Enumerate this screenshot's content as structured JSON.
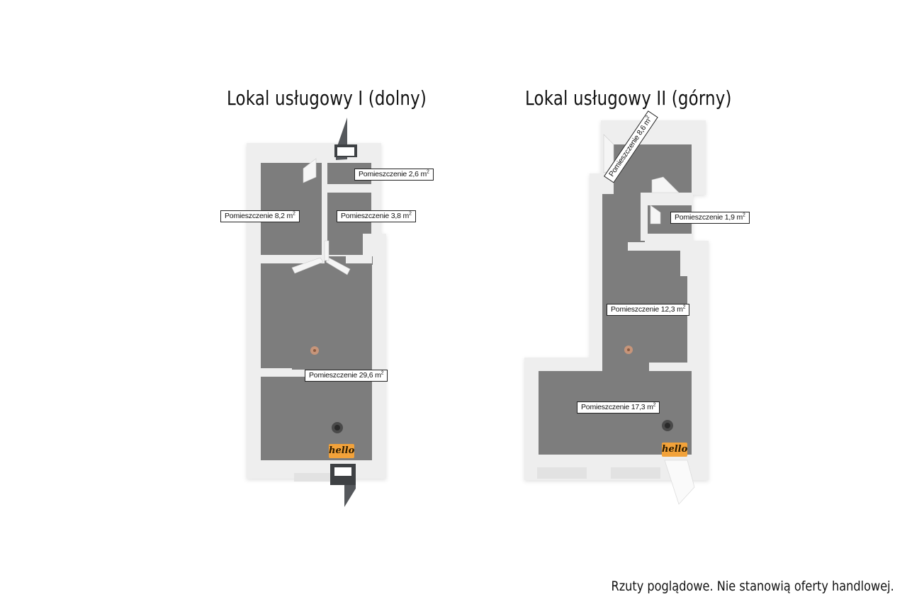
{
  "plans": [
    {
      "title": "Lokal usługowy I (dolny)",
      "rooms": [
        {
          "name": "Pomieszczenie 2,6",
          "unit": "m",
          "exp": "2"
        },
        {
          "name": "Pomieszczenie 8,2",
          "unit": "m",
          "exp": "2"
        },
        {
          "name": "Pomieszczenie 3,8",
          "unit": "m",
          "exp": "2"
        },
        {
          "name": "Pomieszczenie 29,6",
          "unit": "m",
          "exp": "2"
        }
      ],
      "mat": "hello"
    },
    {
      "title": "Lokal usługowy II (górny)",
      "rooms": [
        {
          "name": "Pomieszczenie 8,6",
          "unit": "m",
          "exp": "2"
        },
        {
          "name": "Pomieszczenie 1,9",
          "unit": "m",
          "exp": "2"
        },
        {
          "name": "Pomieszczenie 12,3",
          "unit": "m",
          "exp": "2"
        },
        {
          "name": "Pomieszczenie 17,3",
          "unit": "m",
          "exp": "2"
        }
      ],
      "mat": "hello"
    }
  ],
  "disclaimer": "Rzuty poglądowe. Nie stanowią oferty handlowej.",
  "colors": {
    "floor": "#7d7d7d",
    "wall": "#eeeeee",
    "mat": "#f2a23a"
  }
}
